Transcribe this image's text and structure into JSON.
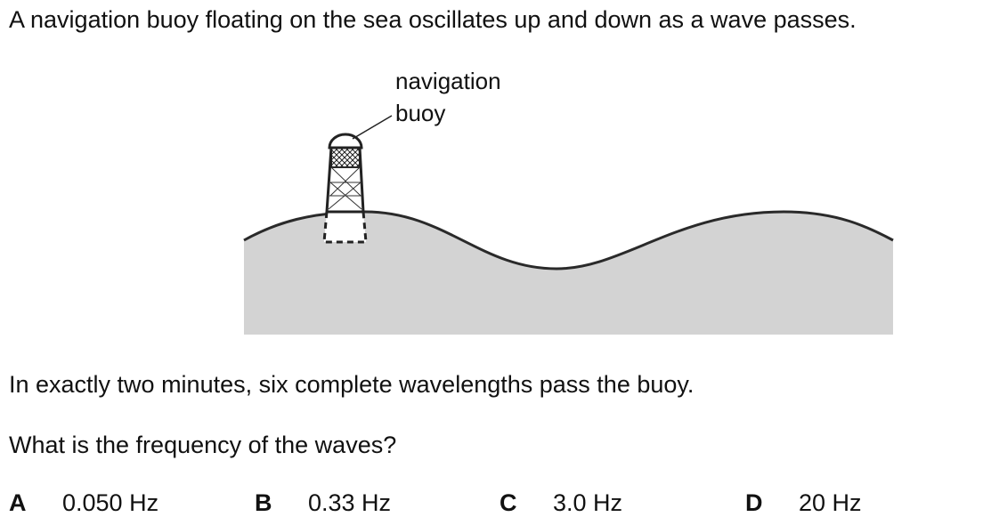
{
  "question": {
    "intro": "A navigation buoy floating on the sea oscillates up and down as a wave passes.",
    "statement": "In exactly two minutes, six complete wavelengths pass the buoy.",
    "prompt": "What is the frequency of the waves?"
  },
  "diagram": {
    "label_line1": "navigation",
    "label_line2": "buoy",
    "sea_color": "#d3d3d3",
    "line_color": "#2a2a2a"
  },
  "options": [
    {
      "letter": "A",
      "value": "0.050 Hz"
    },
    {
      "letter": "B",
      "value": "0.33 Hz"
    },
    {
      "letter": "C",
      "value": "3.0 Hz"
    },
    {
      "letter": "D",
      "value": "20 Hz"
    }
  ]
}
